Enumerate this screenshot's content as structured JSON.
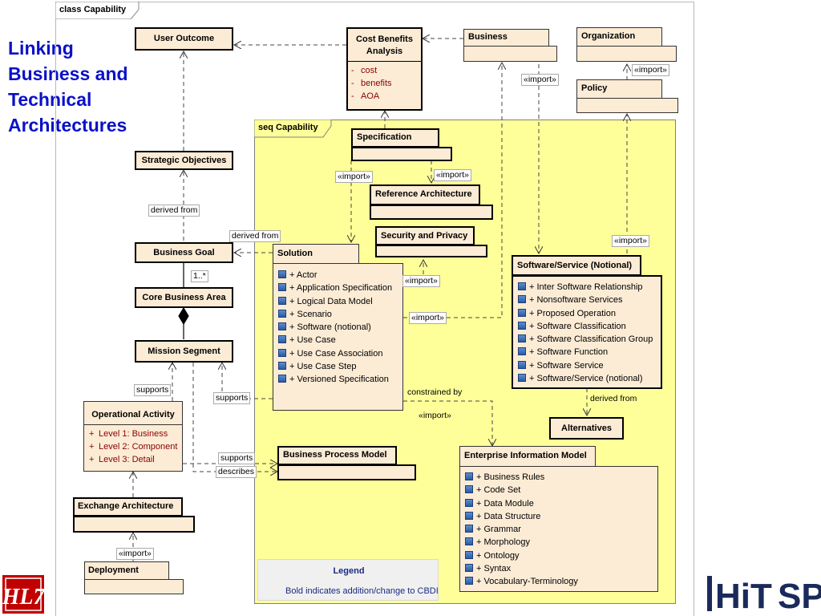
{
  "slide_title": [
    "Linking",
    "Business and",
    "Technical",
    "Architectures"
  ],
  "frame_label": "class Capability",
  "seq_label": "seq Capability",
  "boxes": {
    "user_outcome": "User Outcome",
    "cost_benefits": "Cost Benefits Analysis",
    "cost_benefits_attrs": [
      "cost",
      "benefits",
      "AOA"
    ],
    "business": "Business",
    "organization": "Organization",
    "policy": "Policy",
    "strategic_objectives": "Strategic Objectives",
    "business_goal": "Business Goal",
    "core_business_area": "Core Business Area",
    "mission_segment": "Mission Segment",
    "operational_activity": "Operational Activity",
    "operational_activity_attrs": [
      "Level 1: Business",
      "Level 2: Component",
      "Level 3: Detail"
    ],
    "exchange_architecture": "Exchange Architecture",
    "deployment": "Deployment",
    "specification": "Specification",
    "reference_architecture": "Reference Architecture",
    "security_privacy": "Security and Privacy",
    "solution": "Solution",
    "solution_ops": [
      "+ Actor",
      "+ Application Specification",
      "+ Logical Data Model",
      "+ Scenario",
      "+ Software (notional)",
      "+ Use Case",
      "+ Use Case Association",
      "+ Use Case Step",
      "+ Versioned Specification"
    ],
    "software_service": "Software/Service (Notional)",
    "software_service_ops": [
      "+ Inter Software Relationship",
      "+ Nonsoftware Services",
      "+ Proposed Operation",
      "+ Software Classification",
      "+ Software Classification Group",
      "+ Software Function",
      "+ Software Service",
      "+ Software/Service (notional)"
    ],
    "alternatives": "Alternatives",
    "business_process_model": "Business Process Model",
    "enterprise_info_model": "Enterprise Information Model",
    "enterprise_info_ops": [
      "+ Business Rules",
      "+ Code Set",
      "+ Data Module",
      "+ Data Structure",
      "+ Grammar",
      "+ Morphology",
      "+ Ontology",
      "+ Syntax",
      "+ Vocabulary-Terminology"
    ]
  },
  "labels": {
    "import": "«import»",
    "derived_from": "derived from",
    "multiplicity": "1..*",
    "supports": "supports",
    "describes": "describes",
    "constrained_by": "constrained by"
  },
  "legend": {
    "title": "Legend",
    "text": "Bold indicates addition/change to CBDI"
  },
  "logos": {
    "hl7": "HL7",
    "hitsp_hi": "HiT",
    "hitsp_sp": "SP"
  },
  "colors": {
    "title_blue": "#0a10c8",
    "box_fill": "#fcecd6",
    "seq_fill": "#ffff99",
    "attr_red": "#8b0000",
    "hl7_red": "#c00000",
    "hitsp_navy": "#1a2a5a"
  }
}
